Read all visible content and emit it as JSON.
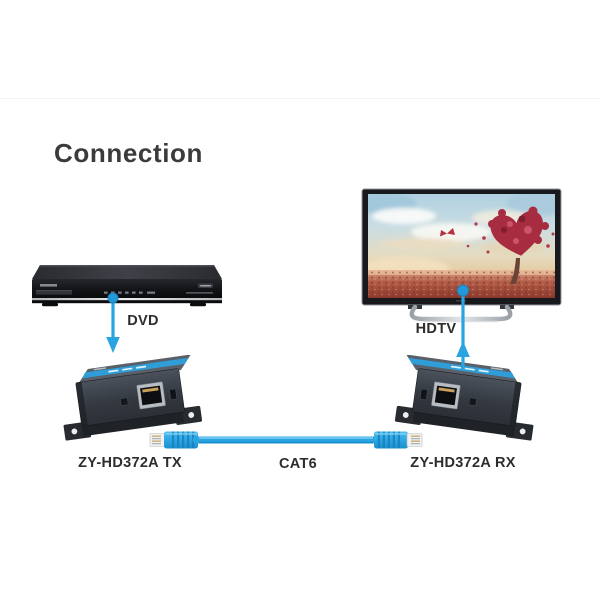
{
  "title": "Connection",
  "devices": {
    "source": {
      "label": "DVD",
      "icon": "dvd-player-icon"
    },
    "display": {
      "label": "HDTV",
      "icon": "tv-icon"
    },
    "transmitter": {
      "label": "ZY-HD372A TX",
      "icon": "hdmi-extender-icon"
    },
    "receiver": {
      "label": "ZY-HD372A RX",
      "icon": "hdmi-extender-icon"
    },
    "cable": {
      "label": "CAT6",
      "icon": "ethernet-cable-icon"
    }
  },
  "connections": [
    {
      "from": "DVD",
      "to": "ZY-HD372A TX",
      "style": "blue-arrow-down"
    },
    {
      "from": "ZY-HD372A TX",
      "to": "ZY-HD372A RX",
      "via": "CAT6 cable"
    },
    {
      "from": "ZY-HD372A RX",
      "to": "HDTV",
      "style": "blue-arrow-up"
    }
  ],
  "colors": {
    "background": "#ffffff",
    "accent_blue": "#29a4e1",
    "title_text": "#3b3b3b",
    "label_text": "#2d2d2d",
    "device_body": "#3a3f47",
    "device_stripe": "#2f9ed8"
  }
}
